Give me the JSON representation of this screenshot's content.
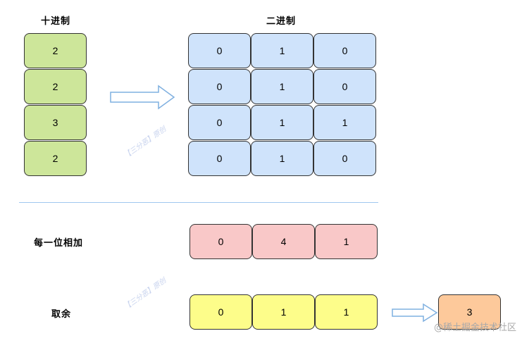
{
  "labels": {
    "decimal": "十进制",
    "binary": "二进制",
    "sum_bits": "每一位相加",
    "modulo": "取余"
  },
  "decimal_values": [
    "2",
    "2",
    "3",
    "2"
  ],
  "binary_rows": [
    [
      "0",
      "1",
      "0"
    ],
    [
      "0",
      "1",
      "0"
    ],
    [
      "0",
      "1",
      "1"
    ],
    [
      "0",
      "1",
      "0"
    ]
  ],
  "sum_row": [
    "0",
    "4",
    "1"
  ],
  "mod_row": [
    "0",
    "1",
    "1"
  ],
  "result": "3",
  "watermark": "【三分恶】原创",
  "site_mark": "@稀土掘金技术社区",
  "colors": {
    "decimal": "#cde69a",
    "binary": "#cfe3fb",
    "sum": "#f9c8c8",
    "modulo": "#fdfd8a",
    "result": "#fdc99b",
    "arrow": "#7fb0e0"
  }
}
